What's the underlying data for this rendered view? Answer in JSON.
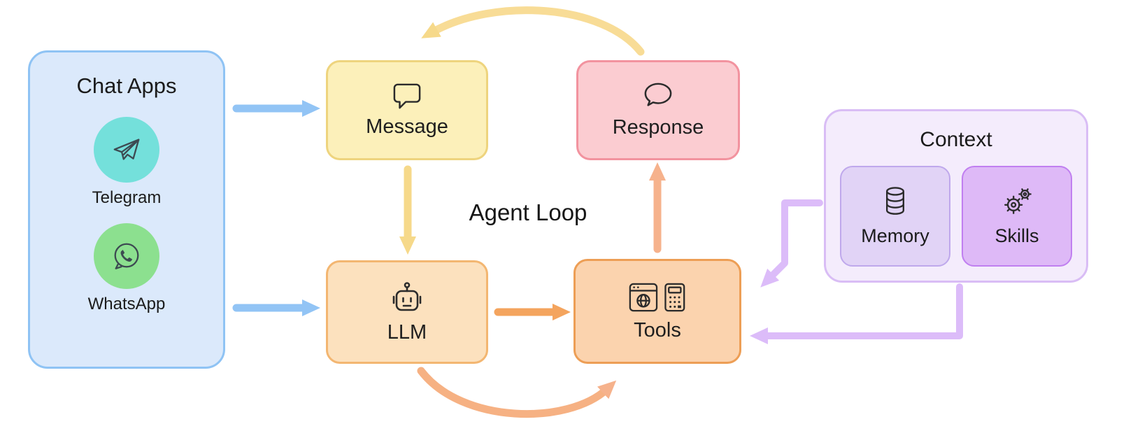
{
  "title": "Agent Loop",
  "chat_apps": {
    "title": "Chat Apps",
    "apps": [
      {
        "label": "Telegram",
        "icon": "telegram-icon",
        "bg": "#74e0db"
      },
      {
        "label": "WhatsApp",
        "icon": "whatsapp-icon",
        "bg": "#8ce08f"
      }
    ]
  },
  "nodes": {
    "message": {
      "label": "Message",
      "icon": "speech-bubble-icon"
    },
    "response": {
      "label": "Response",
      "icon": "chat-bubble-icon"
    },
    "llm": {
      "label": "LLM",
      "icon": "robot-icon"
    },
    "tools": {
      "label": "Tools",
      "icon": "browser-calculator-icon"
    }
  },
  "context": {
    "title": "Context",
    "items": [
      {
        "label": "Memory",
        "icon": "database-icon"
      },
      {
        "label": "Skills",
        "icon": "gears-icon"
      }
    ]
  },
  "colors": {
    "chat_apps_fill": "#dbe9fb",
    "chat_apps_border": "#8fc3f4",
    "message_fill": "#fcf0ba",
    "message_border": "#eed47e",
    "response_fill": "#fbccd1",
    "response_border": "#f2939f",
    "llm_fill": "#fce1be",
    "llm_border": "#f3b671",
    "tools_fill": "#fbd3ae",
    "tools_border": "#ed9e55",
    "context_fill": "#f4ecfc",
    "context_border": "#d9bdf5",
    "memory_fill": "#e1d3f6",
    "memory_border": "#bfa8ec",
    "skills_fill": "#deb9f7",
    "skills_border": "#c07ff0",
    "arrow_blue": "#92c4f5",
    "arrow_yellow": "#f6d98a",
    "arrow_orange": "#f4a45e",
    "arrow_salmon": "#f6b28c",
    "arrow_purple": "#dcbcf9"
  }
}
